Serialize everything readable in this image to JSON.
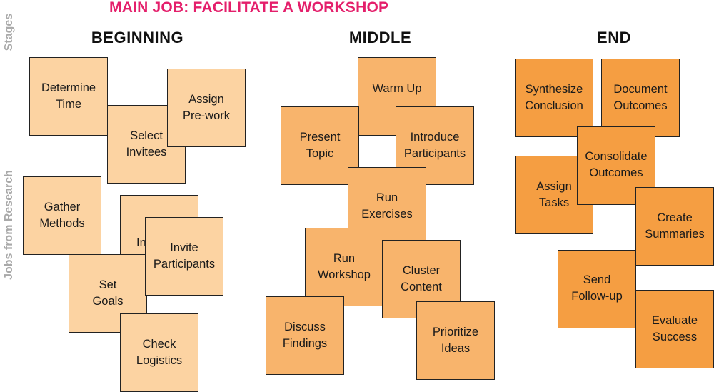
{
  "title": "MAIN JOB: FACILITATE A WORKSHOP",
  "side_labels": {
    "stages": "Stages",
    "jobs": "Jobs from Research"
  },
  "stages": {
    "beginning": "BEGINNING",
    "middle": "MIDDLE",
    "end": "END"
  },
  "notes": {
    "determine_time": "Determine\nTime",
    "assign_prework": "Assign\nPre-work",
    "select_invitees": "Select\nInvitees",
    "gather_methods": "Gather\nMethods",
    "hidden_partial": "In",
    "invite_participants": "Invite\nParticipants",
    "set_goals": "Set\nGoals",
    "check_logistics": "Check\nLogistics",
    "warm_up": "Warm Up",
    "present_topic": "Present\nTopic",
    "introduce_participants": "Introduce\nParticipants",
    "run_exercises": "Run\nExercises",
    "run_workshop": "Run\nWorkshop",
    "cluster_content": "Cluster\nContent",
    "discuss_findings": "Discuss\nFindings",
    "prioritize_ideas": "Prioritize\nIdeas",
    "synthesize_conclusion": "Synthesize\nConclusion",
    "document_outcomes": "Document\nOutcomes",
    "consolidate_outcomes": "Consolidate\nOutcomes",
    "assign_tasks": "Assign\nTasks",
    "create_summaries": "Create\nSummaries",
    "send_followup": "Send\nFollow-up",
    "evaluate_success": "Evaluate\nSuccess"
  },
  "colors": {
    "title": "#e41f6b",
    "beginning_note": "#fcd3a2",
    "middle_note": "#f8b46c",
    "end_note": "#f59e42",
    "side_label": "#a9a9a9"
  }
}
